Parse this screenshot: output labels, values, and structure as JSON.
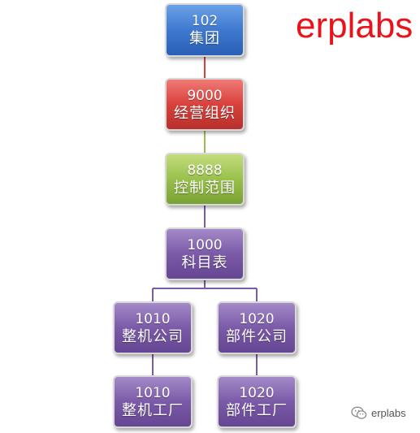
{
  "brand": {
    "text": "erplabs",
    "color": "#e8141c"
  },
  "watermark": {
    "icon": "wechat-icon",
    "text": "erplabs"
  },
  "nodes": {
    "group": {
      "code": "102",
      "label": "集团",
      "color": "blue"
    },
    "org": {
      "code": "9000",
      "label": "经营组织",
      "color": "red"
    },
    "control": {
      "code": "8888",
      "label": "控制范围",
      "color": "green"
    },
    "coa": {
      "code": "1000",
      "label": "科目表",
      "color": "purple"
    },
    "company1": {
      "code": "1010",
      "label": "整机公司",
      "color": "purple"
    },
    "company2": {
      "code": "1020",
      "label": "部件公司",
      "color": "purple"
    },
    "plant1": {
      "code": "1010",
      "label": "整机工厂",
      "color": "purple"
    },
    "plant2": {
      "code": "1020",
      "label": "部件工厂",
      "color": "purple"
    }
  },
  "colors": {
    "blue": "#3f79cf",
    "red": "#d9413c",
    "green": "#99c04c",
    "purple": "#7b5aa8"
  }
}
